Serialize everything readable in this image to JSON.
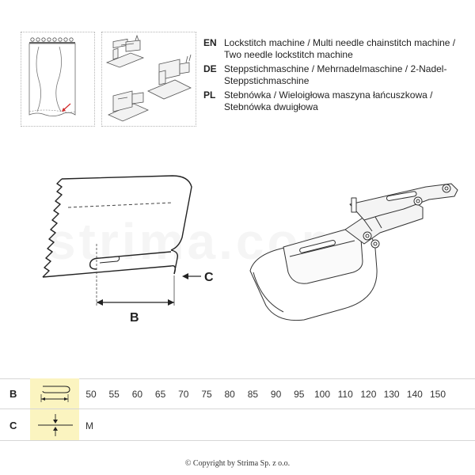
{
  "languages": [
    {
      "code": "EN",
      "text": "Lockstitch machine / Multi needle chainstitch machine / Two needle lockstitch machine"
    },
    {
      "code": "DE",
      "text": "Steppstichmaschine / Mehrnadelmaschine / 2-Nadel-Steppstichmaschine"
    },
    {
      "code": "PL",
      "text": "Stebnówka / Wieloigłowa maszyna łańcuszkowa / Stebnówka dwuigłowa"
    }
  ],
  "diagram": {
    "label_b": "B",
    "label_c": "C",
    "watermark": "strima.com"
  },
  "table": {
    "row_b_label": "B",
    "row_c_label": "C",
    "b_sizes": [
      "50",
      "55",
      "60",
      "65",
      "70",
      "75",
      "80",
      "85",
      "90",
      "95",
      "100",
      "110",
      "120",
      "130",
      "140",
      "150"
    ],
    "c_value": "M",
    "highlight_color": "#fbf4c0"
  },
  "footer": {
    "copyright": "© Copyright by Strima Sp. z o.o."
  }
}
